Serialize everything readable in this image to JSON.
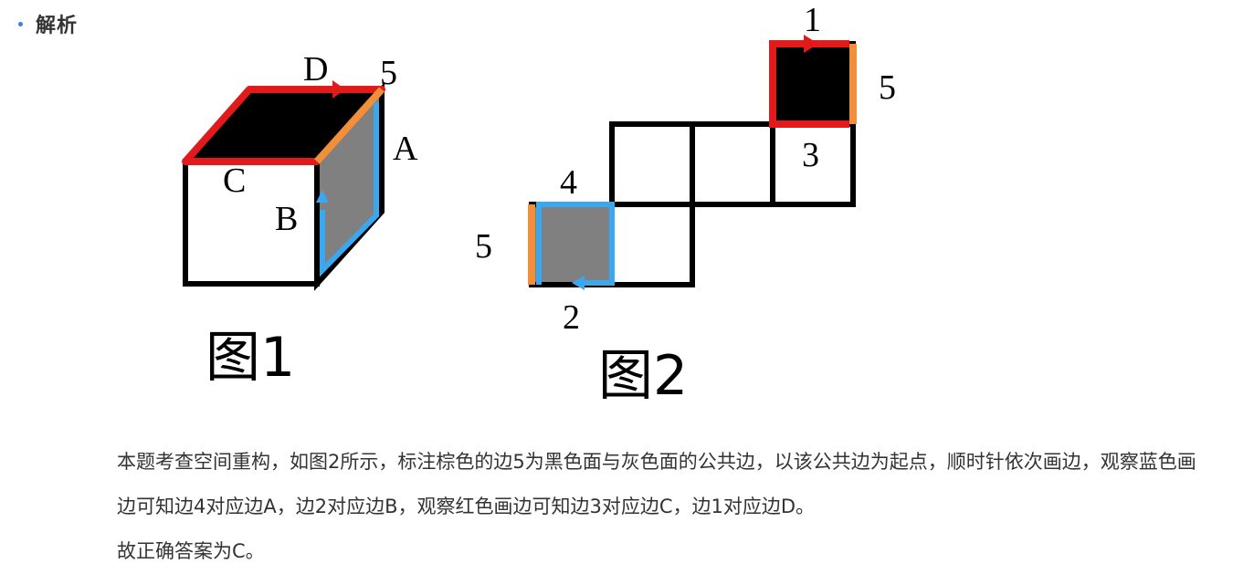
{
  "section": {
    "title": "解析"
  },
  "figure1": {
    "caption": "图1",
    "labels": {
      "top": "D",
      "corner": "5",
      "right": "A",
      "left": "C",
      "front": "B"
    }
  },
  "figure2": {
    "caption": "图2",
    "labels": {
      "top": "1",
      "right": "5",
      "below_black": "3",
      "above_gray": "4",
      "left": "5",
      "bottom": "2"
    }
  },
  "colors": {
    "red": "#e11b1b",
    "orange": "#f0903a",
    "blue": "#3aa7ee",
    "gray": "#808080",
    "black": "#000000"
  },
  "explanation": {
    "line1": "本题考查空间重构，如图2所示，标注棕色的边5为黑色面与灰色面的公共边，以该公共边为起点，顺时针依次画边，观察蓝色画边可知边4对应边A，边2对应边B，观察红色画边可知边3对应边C，边1对应边D。",
    "line2": "故正确答案为C。"
  }
}
